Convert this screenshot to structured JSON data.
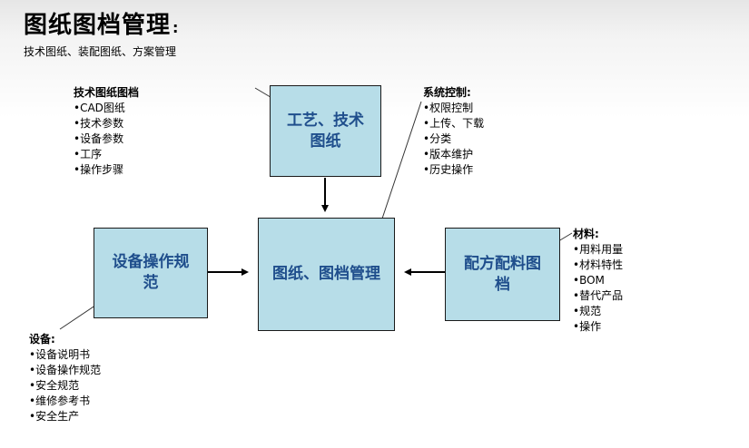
{
  "header": {
    "title": "图纸图档管理",
    "colon": ":",
    "subtitle": "技术图纸、装配图纸、方案管理"
  },
  "boxes": {
    "process": [
      "工艺、技术",
      "图纸"
    ],
    "center": [
      "图纸、图档管理"
    ],
    "equipment": [
      "设备操作规",
      "范"
    ],
    "formula": [
      "配方配料图",
      "档"
    ]
  },
  "notes": {
    "tech": {
      "head": "技术图纸图档",
      "items": [
        "CAD图纸",
        "技术参数",
        "设备参数",
        "工序",
        "操作步骤"
      ]
    },
    "system": {
      "head": "系统控制:",
      "items": [
        "权限控制",
        "上传、下载",
        "分类",
        "版本维护",
        "历史操作"
      ]
    },
    "material": {
      "head": "材料:",
      "items": [
        "用料用量",
        "材料特性",
        "BOM",
        "替代产品",
        "规范",
        "操作"
      ]
    },
    "device": {
      "head": "设备:",
      "items": [
        "设备说明书",
        "设备操作规范",
        "安全规范",
        "维修参考书",
        "安全生产"
      ]
    }
  }
}
